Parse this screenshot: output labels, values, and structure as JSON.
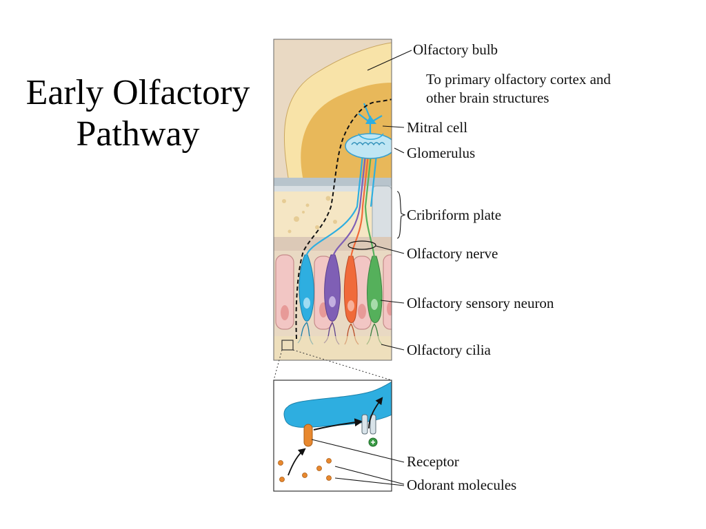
{
  "title": {
    "line1": "Early Olfactory",
    "line2": "Pathway"
  },
  "labels": {
    "olfactory_bulb": "Olfactory bulb",
    "cortex_line1": "To primary olfactory cortex and",
    "cortex_line2": "other brain structures",
    "mitral_cell": "Mitral cell",
    "glomerulus": "Glomerulus",
    "cribriform_plate": "Cribriform plate",
    "olfactory_nerve": "Olfactory nerve",
    "olfactory_sensory_neuron": "Olfactory sensory neuron",
    "olfactory_cilia": "Olfactory cilia",
    "receptor": "Receptor",
    "odorant_molecules": "Odorant molecules"
  },
  "colors": {
    "bulb_outer": "#f8e3a8",
    "bulb_inner": "#e8b85a",
    "tissue_background": "#e9d9c3",
    "cribriform": "#f5e6c4",
    "epithelium_cell": "#f2c6c4",
    "neuron_blue": "#2eaee0",
    "neuron_purple": "#7f5fb5",
    "neuron_orange": "#f06a3a",
    "neuron_green": "#55b05b",
    "odorant": "#e8882e",
    "channel_plus": "#3a9b45"
  }
}
